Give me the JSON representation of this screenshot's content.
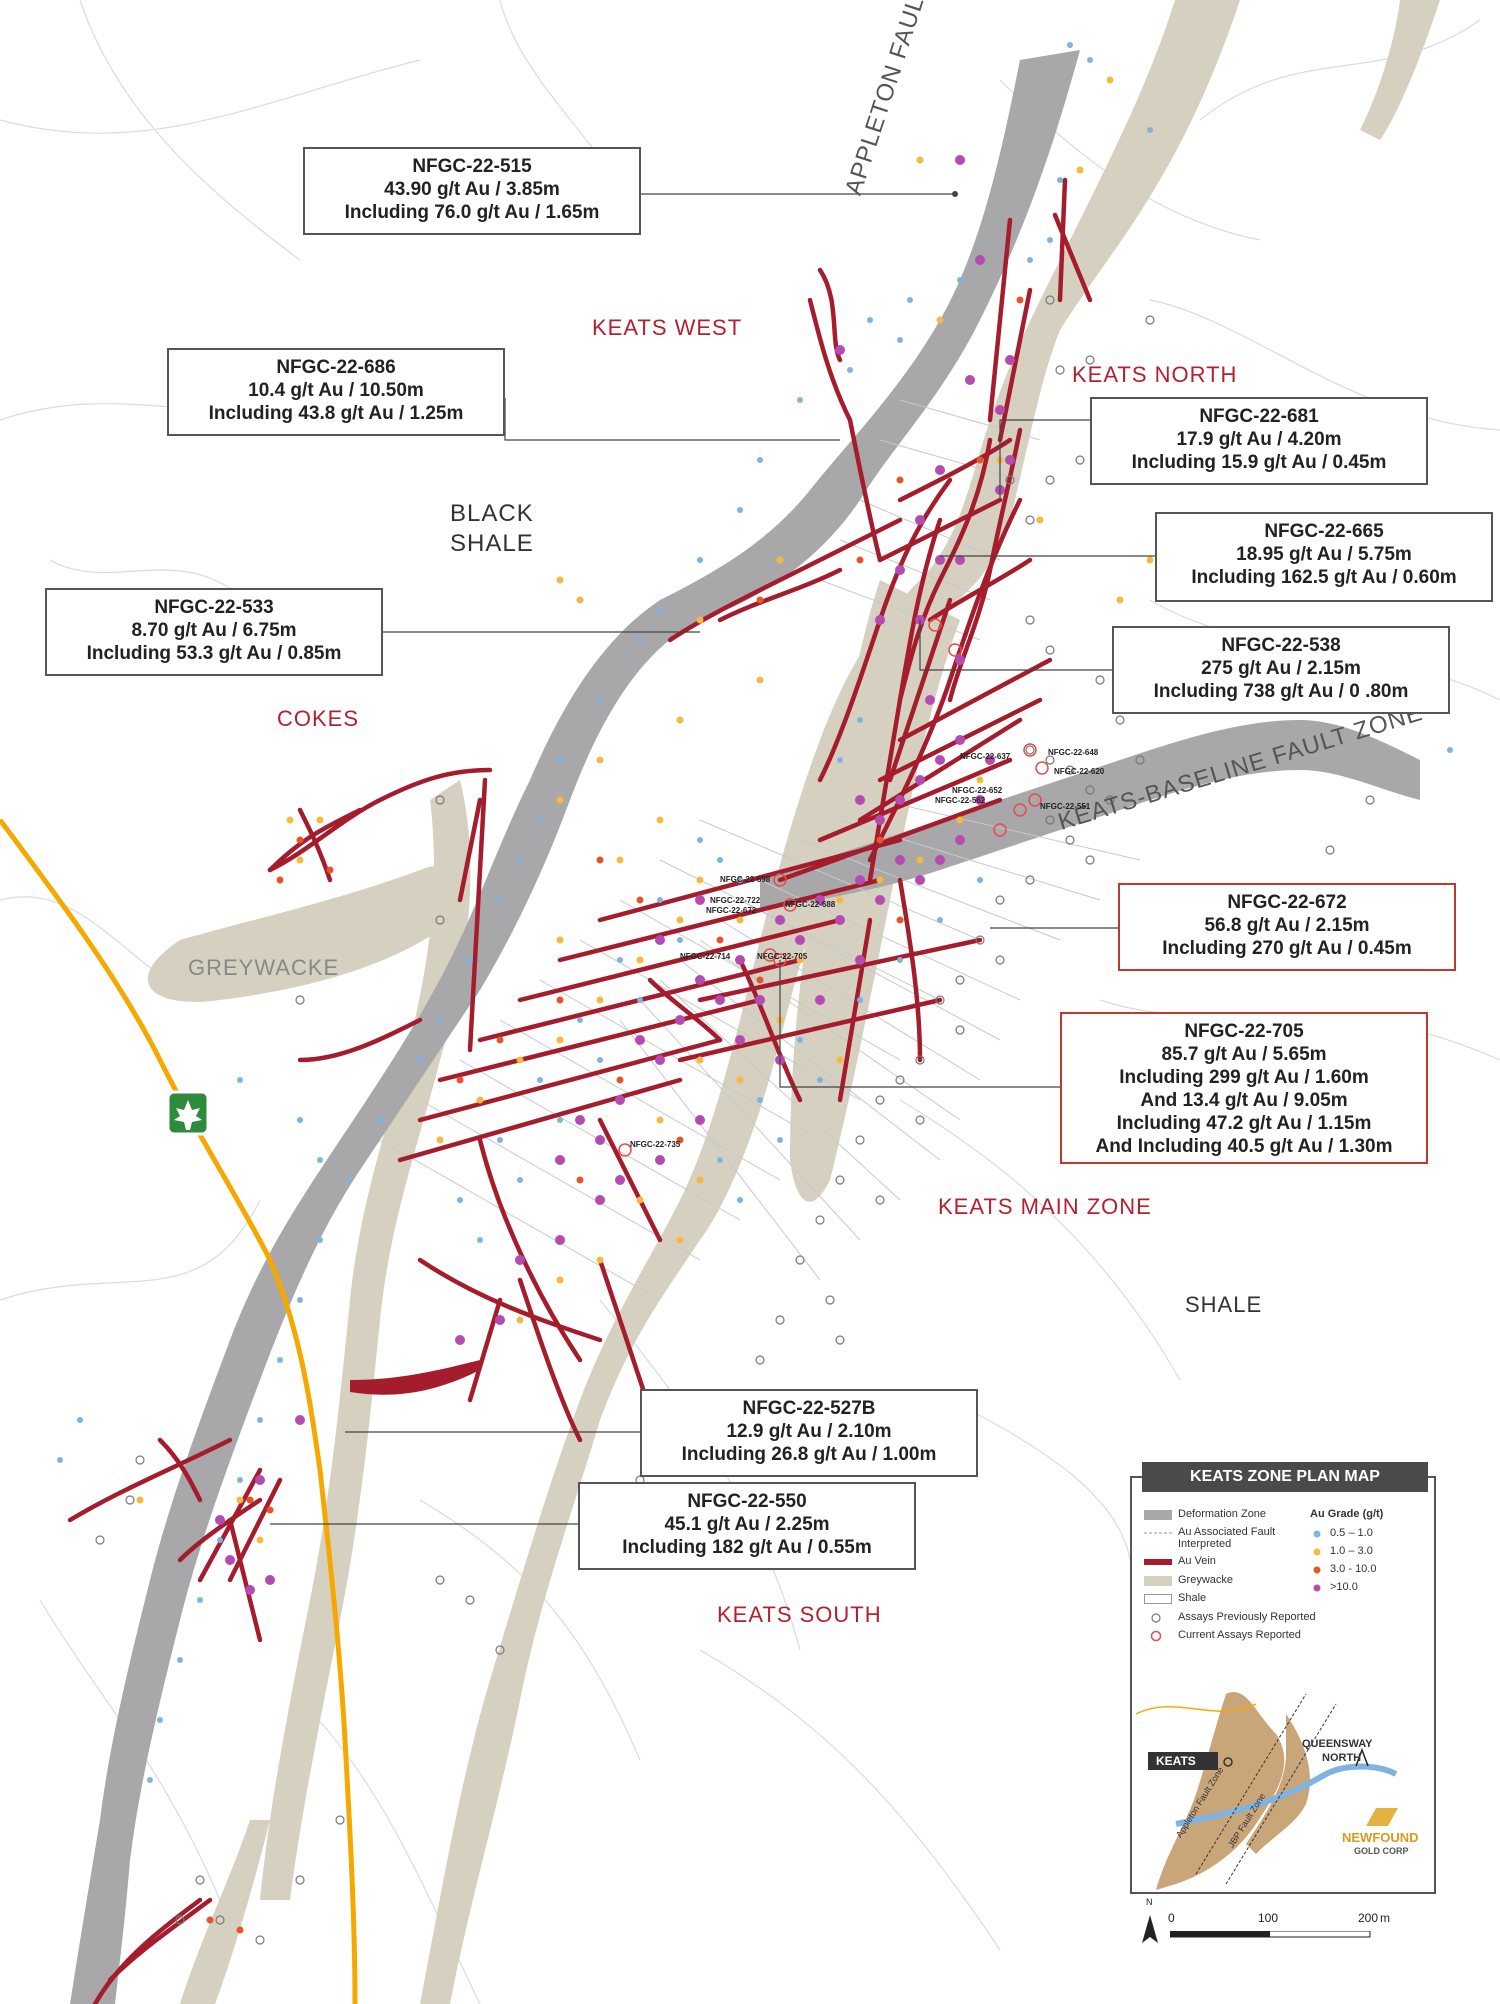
{
  "callouts": [
    {
      "hole": "NFGC-22-515",
      "line1": "43.90 g/t Au / 3.85m",
      "line2": "Including 76.0 g/t Au / 1.65m"
    },
    {
      "hole": "NFGC-22-686",
      "line1": "10.4 g/t Au / 10.50m",
      "line2": "Including 43.8 g/t Au / 1.25m"
    },
    {
      "hole": "NFGC-22-681",
      "line1": "17.9 g/t Au / 4.20m",
      "line2": "Including 15.9 g/t Au / 0.45m"
    },
    {
      "hole": "NFGC-22-665",
      "line1": "18.95 g/t Au / 5.75m",
      "line2": "Including 162.5 g/t Au / 0.60m"
    },
    {
      "hole": "NFGC-22-533",
      "line1": "8.70 g/t Au / 6.75m",
      "line2": "Including 53.3 g/t Au / 0.85m"
    },
    {
      "hole": "NFGC-22-538",
      "line1": "275 g/t Au / 2.15m",
      "line2": "Including 738 g/t Au / 0 .80m"
    },
    {
      "hole": "NFGC-22-672",
      "line1": "56.8 g/t Au / 2.15m",
      "line2": "Including 270 g/t Au / 0.45m"
    },
    {
      "hole": "NFGC-22-705",
      "line1": "85.7 g/t Au / 5.65m",
      "line2": "Including 299 g/t Au / 1.60m",
      "line3": "And 13.4 g/t Au / 9.05m",
      "line4": "Including 47.2 g/t Au / 1.15m",
      "line5": "And Including 40.5 g/t Au / 1.30m"
    },
    {
      "hole": "NFGC-22-527B",
      "line1": "12.9 g/t Au / 2.10m",
      "line2": "Including 26.8 g/t Au / 1.00m"
    },
    {
      "hole": "NFGC-22-550",
      "line1": "45.1 g/t Au / 2.25m",
      "line2": "Including 182 g/t Au / 0.55m"
    }
  ],
  "zones": {
    "appleton_fault": "APPLETON FAULT ZONE",
    "keats_baseline_fault": "KEATS-BASELINE FAULT ZONE",
    "keats_west": "KEATS WEST",
    "keats_north": "KEATS NORTH",
    "black_shale_1": "BLACK",
    "black_shale_2": "SHALE",
    "cokes": "COKES",
    "greywacke": "GREYWACKE",
    "keats_main": "KEATS MAIN ZONE",
    "shale": "SHALE",
    "keats_south": "KEATS SOUTH"
  },
  "hole_labels": {
    "h648": "NFGC-22-648",
    "h637": "NFGC-22-637",
    "h620": "NFGC-22-620",
    "h652": "NFGC-22-652",
    "h562": "NFGC-22-562",
    "h551": "NFGC-22-551",
    "h698": "NFGC-22-698",
    "h722": "NFGC-22-722",
    "h672s": "NFGC-22-672",
    "h688": "NFGC-22-688",
    "h714": "NFGC-22-714",
    "h705s": "NFGC-22-705",
    "h735": "NFGC-22-735"
  },
  "legend": {
    "title": "KEATS ZONE PLAN MAP",
    "deformation": "Deformation Zone",
    "fault1": "Au Associated Fault",
    "fault2": "Interpreted",
    "vein": "Au Vein",
    "greywacke": "Greywacke",
    "shale": "Shale",
    "grade_head": "Au Grade (g/t)",
    "g1": "0.5 – 1.0",
    "g2": "1.0 – 3.0",
    "g3": "3.0 - 10.0",
    "g4": ">10.0",
    "prev": "Assays Previously Reported",
    "curr": "Current Assays Reported",
    "inset_keats": "KEATS",
    "inset_queensway": "QUEENSWAY",
    "inset_north": "NORTH",
    "inset_appleton": "Appleton Fault Zone",
    "inset_jbp": "JBP Fault Zone",
    "logo1": "NEWFOUND",
    "logo2": "GOLD CORP"
  },
  "scale": {
    "s0": "0",
    "s100": "100",
    "s200": "200",
    "unit": "m",
    "north": "N"
  },
  "colors": {
    "deformation": "#a8a8aa",
    "greywacke": "#d6d0c0",
    "vein": "#a51d2d",
    "road": "#f5a800",
    "g1": "#7fb4e0",
    "g2": "#f5b942",
    "g3": "#e8542a",
    "g4": "#b44bb0",
    "label_red": "#b5202e"
  }
}
